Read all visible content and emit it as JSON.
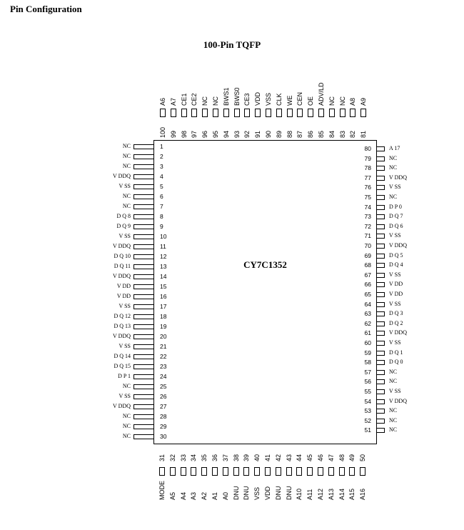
{
  "heading": "Pin Configuration",
  "package_title": "100-Pin TQFP",
  "chip_label": "CY7C1352",
  "left_pins": [
    {
      "num": "1",
      "name": "NC"
    },
    {
      "num": "2",
      "name": "NC"
    },
    {
      "num": "3",
      "name": "NC"
    },
    {
      "num": "4",
      "name": "V DDQ"
    },
    {
      "num": "5",
      "name": "V SS"
    },
    {
      "num": "6",
      "name": "NC"
    },
    {
      "num": "7",
      "name": "NC"
    },
    {
      "num": "8",
      "name": "D Q 8"
    },
    {
      "num": "9",
      "name": "D Q 9"
    },
    {
      "num": "10",
      "name": "V SS"
    },
    {
      "num": "11",
      "name": "V DDQ"
    },
    {
      "num": "12",
      "name": "D Q 10"
    },
    {
      "num": "13",
      "name": "D Q 11"
    },
    {
      "num": "14",
      "name": "V DDQ"
    },
    {
      "num": "15",
      "name": "V DD"
    },
    {
      "num": "16",
      "name": "V DD"
    },
    {
      "num": "17",
      "name": "V SS"
    },
    {
      "num": "18",
      "name": "D Q 12"
    },
    {
      "num": "19",
      "name": "D Q 13"
    },
    {
      "num": "20",
      "name": "V DDQ"
    },
    {
      "num": "21",
      "name": "V SS"
    },
    {
      "num": "22",
      "name": "D Q 14"
    },
    {
      "num": "23",
      "name": "D Q 15"
    },
    {
      "num": "24",
      "name": "D P 1"
    },
    {
      "num": "25",
      "name": "NC"
    },
    {
      "num": "26",
      "name": "V SS"
    },
    {
      "num": "27",
      "name": "V DDQ"
    },
    {
      "num": "28",
      "name": "NC"
    },
    {
      "num": "29",
      "name": "NC"
    },
    {
      "num": "30",
      "name": "NC"
    }
  ],
  "right_pins": [
    {
      "num": "80",
      "name": "A 17"
    },
    {
      "num": "79",
      "name": "NC"
    },
    {
      "num": "78",
      "name": "NC"
    },
    {
      "num": "77",
      "name": "V DDQ"
    },
    {
      "num": "76",
      "name": "V SS"
    },
    {
      "num": "75",
      "name": "NC"
    },
    {
      "num": "74",
      "name": "D P 0"
    },
    {
      "num": "73",
      "name": "D Q 7"
    },
    {
      "num": "72",
      "name": "D Q 6"
    },
    {
      "num": "71",
      "name": "V SS"
    },
    {
      "num": "70",
      "name": "V DDQ"
    },
    {
      "num": "69",
      "name": "D Q 5"
    },
    {
      "num": "68",
      "name": "D Q 4"
    },
    {
      "num": "67",
      "name": "V SS"
    },
    {
      "num": "66",
      "name": "V DD"
    },
    {
      "num": "65",
      "name": "V DD"
    },
    {
      "num": "64",
      "name": "V SS"
    },
    {
      "num": "63",
      "name": "D Q 3"
    },
    {
      "num": "62",
      "name": "D Q 2"
    },
    {
      "num": "61",
      "name": "V DDQ"
    },
    {
      "num": "60",
      "name": "V SS"
    },
    {
      "num": "59",
      "name": "D Q 1"
    },
    {
      "num": "58",
      "name": "D Q 0"
    },
    {
      "num": "57",
      "name": "NC"
    },
    {
      "num": "56",
      "name": "NC"
    },
    {
      "num": "55",
      "name": "V SS"
    },
    {
      "num": "54",
      "name": "V DDQ"
    },
    {
      "num": "53",
      "name": "NC"
    },
    {
      "num": "52",
      "name": "NC"
    },
    {
      "num": "51",
      "name": "NC"
    }
  ],
  "top_pins": [
    {
      "num": "100",
      "name": "A6"
    },
    {
      "num": "99",
      "name": "A7"
    },
    {
      "num": "98",
      "name": "CE1"
    },
    {
      "num": "97",
      "name": "CE2"
    },
    {
      "num": "96",
      "name": "NC"
    },
    {
      "num": "95",
      "name": "NC"
    },
    {
      "num": "94",
      "name": "BWS1"
    },
    {
      "num": "93",
      "name": "BWS0"
    },
    {
      "num": "92",
      "name": "CE3"
    },
    {
      "num": "91",
      "name": "VDD"
    },
    {
      "num": "90",
      "name": "VSS"
    },
    {
      "num": "89",
      "name": "CLK"
    },
    {
      "num": "88",
      "name": "WE"
    },
    {
      "num": "87",
      "name": "CEN"
    },
    {
      "num": "86",
      "name": "OE"
    },
    {
      "num": "85",
      "name": "ADV/LD"
    },
    {
      "num": "84",
      "name": "NC"
    },
    {
      "num": "83",
      "name": "NC"
    },
    {
      "num": "82",
      "name": "A8"
    },
    {
      "num": "81",
      "name": "A9"
    }
  ],
  "bottom_pins": [
    {
      "num": "31",
      "name": "MODE"
    },
    {
      "num": "32",
      "name": "A5"
    },
    {
      "num": "33",
      "name": "A4"
    },
    {
      "num": "34",
      "name": "A3"
    },
    {
      "num": "35",
      "name": "A2"
    },
    {
      "num": "36",
      "name": "A1"
    },
    {
      "num": "37",
      "name": "A0"
    },
    {
      "num": "38",
      "name": "DNU"
    },
    {
      "num": "39",
      "name": "DNU"
    },
    {
      "num": "40",
      "name": "VSS"
    },
    {
      "num": "41",
      "name": "VDD"
    },
    {
      "num": "42",
      "name": "DNU"
    },
    {
      "num": "43",
      "name": "DNU"
    },
    {
      "num": "44",
      "name": "A10"
    },
    {
      "num": "45",
      "name": "A11"
    },
    {
      "num": "46",
      "name": "A12"
    },
    {
      "num": "47",
      "name": "A13"
    },
    {
      "num": "48",
      "name": "A14"
    },
    {
      "num": "49",
      "name": "A15"
    },
    {
      "num": "50",
      "name": "A16"
    }
  ]
}
